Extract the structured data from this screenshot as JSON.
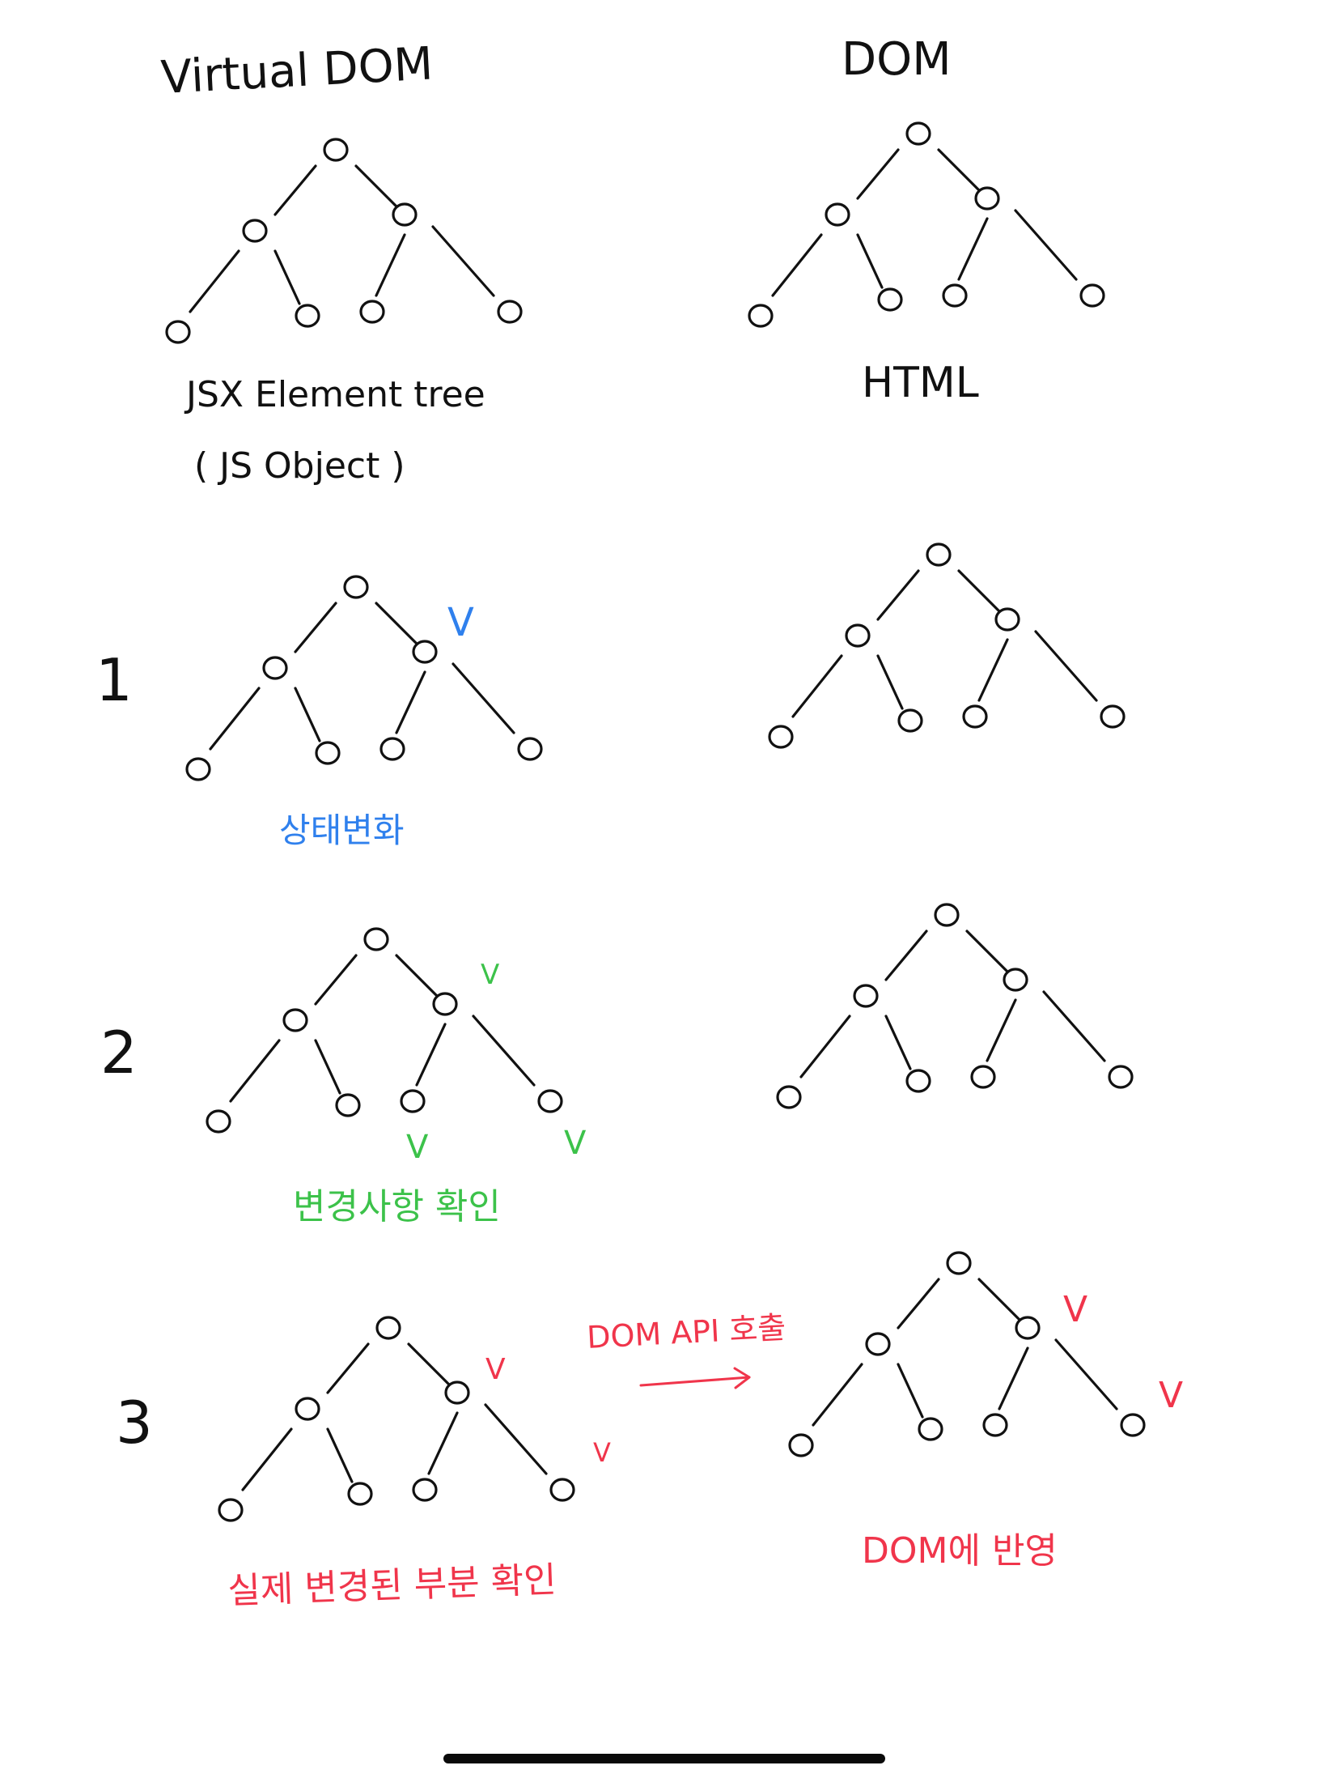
{
  "header": {
    "virtual_dom_title": "Virtual DOM",
    "dom_title": "DOM",
    "jsx_label": "JSX Element tree",
    "jsx_sub_label": "( JS Object )",
    "html_label": "HTML"
  },
  "steps": [
    {
      "number": "1",
      "note": "상태변화",
      "note_color": "#2f80ed"
    },
    {
      "number": "2",
      "note": "변경사항 확인",
      "note_color": "#3cc24a"
    },
    {
      "number": "3",
      "note": "실제 변경된 부분 확인",
      "note_color": "#f0354b"
    }
  ],
  "step3": {
    "arrow_label": "DOM API 호출",
    "dom_note": "DOM에 반영"
  },
  "check_mark": "V",
  "colors": {
    "ink": "#111111",
    "blue": "#2f80ed",
    "green": "#3cc24a",
    "red": "#f0354b"
  }
}
